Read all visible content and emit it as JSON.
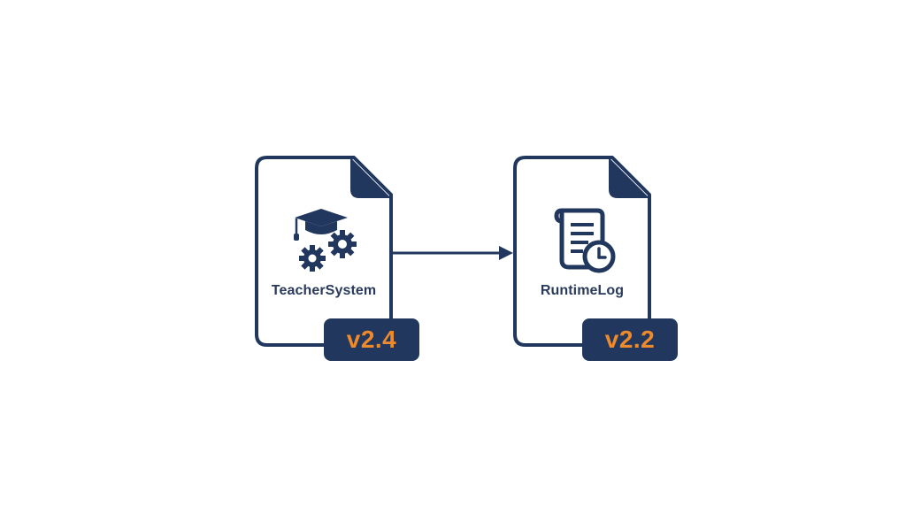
{
  "colors": {
    "navy": "#22375e",
    "accent": "#ef8a2b",
    "background": "#ffffff"
  },
  "source_doc": {
    "label": "TeacherSystem",
    "version": "v2.4",
    "icon": "graduation-cap-gears-icon"
  },
  "target_doc": {
    "label": "RuntimeLog",
    "version": "v2.2",
    "icon": "log-scroll-clock-icon"
  },
  "connector": {
    "icon": "arrow-right-icon"
  }
}
